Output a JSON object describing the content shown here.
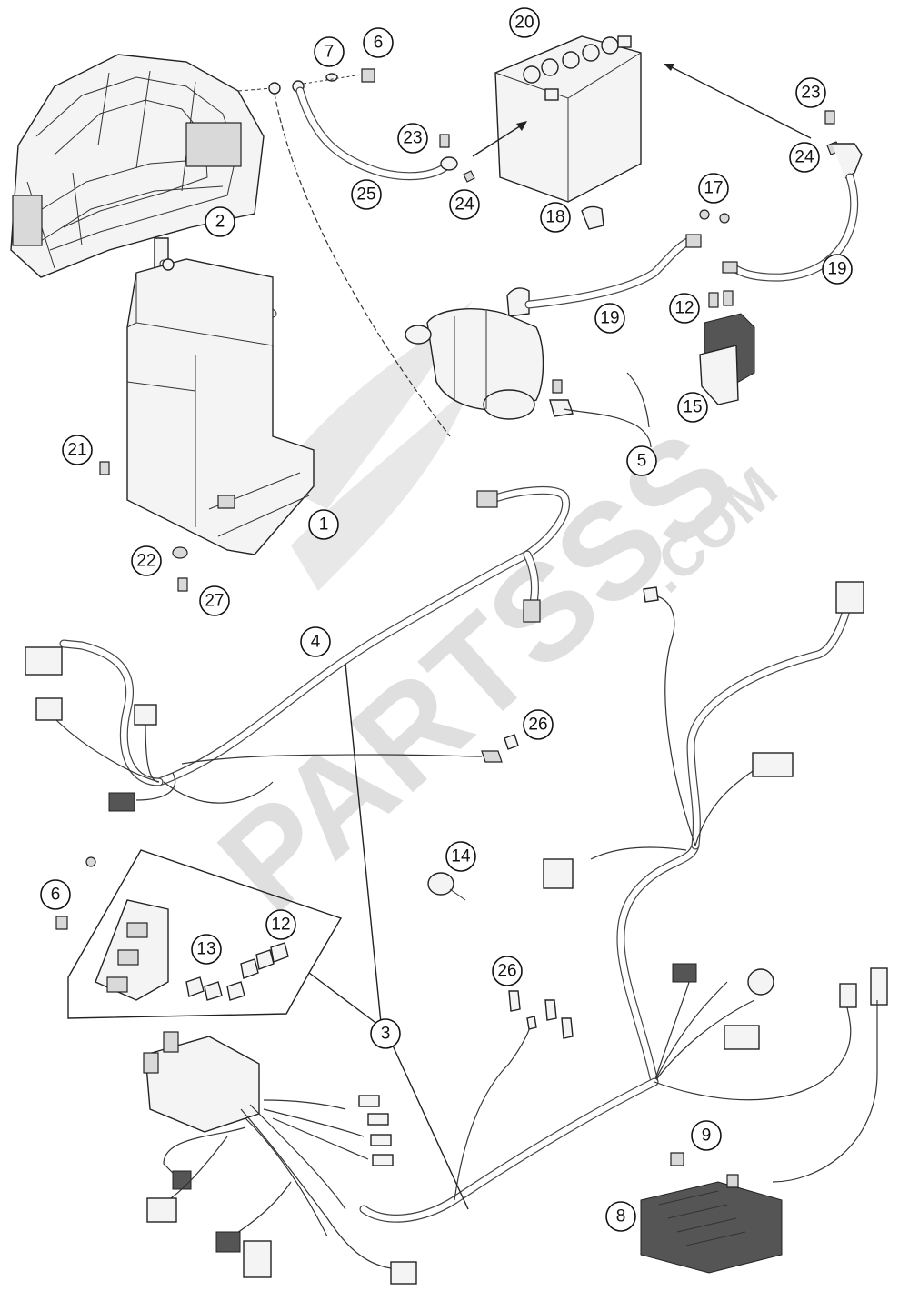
{
  "watermark": {
    "brand": "PARTSSS",
    "suffix": ".COM"
  },
  "callouts": [
    {
      "num": "20"
    },
    {
      "num": "7"
    },
    {
      "num": "6"
    },
    {
      "num": "23"
    },
    {
      "num": "23"
    },
    {
      "num": "24"
    },
    {
      "num": "24"
    },
    {
      "num": "25"
    },
    {
      "num": "17"
    },
    {
      "num": "18"
    },
    {
      "num": "19"
    },
    {
      "num": "19"
    },
    {
      "num": "12"
    },
    {
      "num": "15"
    },
    {
      "num": "2"
    },
    {
      "num": "5"
    },
    {
      "num": "21"
    },
    {
      "num": "1"
    },
    {
      "num": "22"
    },
    {
      "num": "27"
    },
    {
      "num": "4"
    },
    {
      "num": "26"
    },
    {
      "num": "14"
    },
    {
      "num": "6"
    },
    {
      "num": "13"
    },
    {
      "num": "12"
    },
    {
      "num": "26"
    },
    {
      "num": "3"
    },
    {
      "num": "9"
    },
    {
      "num": "8"
    }
  ]
}
